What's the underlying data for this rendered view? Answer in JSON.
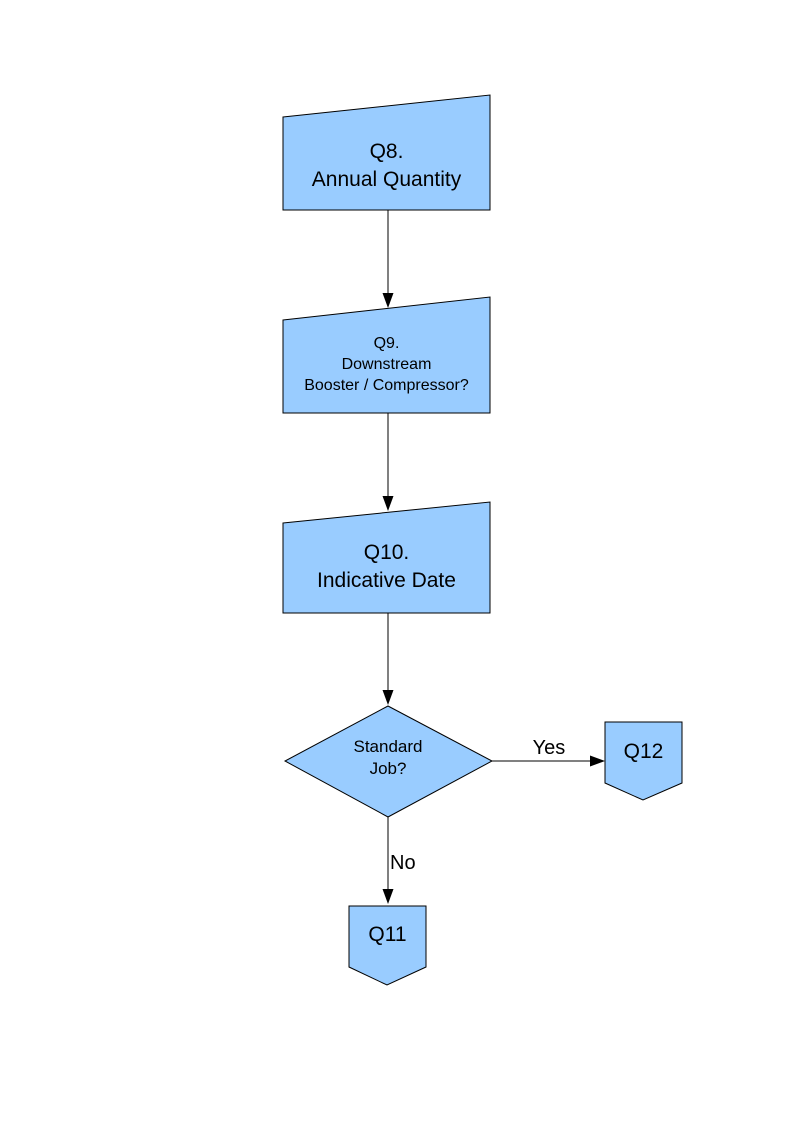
{
  "page": {
    "background": "#FFFFFF"
  },
  "diagram": {
    "type": "flowchart",
    "colors": {
      "node_fill": "#99CCFF",
      "node_border": "#000000",
      "connector": "#000000",
      "text": "#000000"
    },
    "nodes": [
      {
        "id": "q8",
        "shape": "manual-input",
        "lines": [
          "Q8.",
          "Annual Quantity"
        ]
      },
      {
        "id": "q9",
        "shape": "manual-input",
        "lines": [
          "Q9.",
          "Downstream",
          "Booster / Compressor?"
        ]
      },
      {
        "id": "q10",
        "shape": "manual-input",
        "lines": [
          "Q10.",
          "Indicative Date"
        ]
      },
      {
        "id": "standard-job",
        "shape": "decision",
        "lines": [
          "Standard",
          "Job?"
        ]
      },
      {
        "id": "q12",
        "shape": "off-page-connector",
        "lines": [
          "Q12"
        ]
      },
      {
        "id": "q11",
        "shape": "off-page-connector",
        "lines": [
          "Q11"
        ]
      }
    ],
    "edges": [
      {
        "from": "q8",
        "to": "q9",
        "label": ""
      },
      {
        "from": "q9",
        "to": "q10",
        "label": ""
      },
      {
        "from": "q10",
        "to": "standard-job",
        "label": ""
      },
      {
        "from": "standard-job",
        "to": "q12",
        "label": "Yes"
      },
      {
        "from": "standard-job",
        "to": "q11",
        "label": "No"
      }
    ]
  }
}
